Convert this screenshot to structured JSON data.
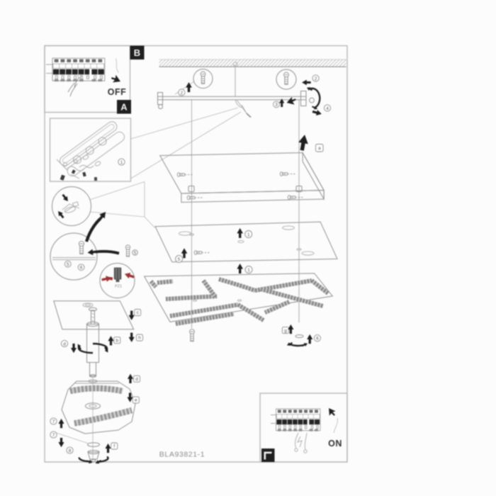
{
  "document": {
    "kind": "ceiling-lamp mounting instruction sheet",
    "code": "BLA93821-1",
    "background": "#fcfcfc",
    "frame_color": "#b3b3b3",
    "line_color": "#909090",
    "black": "#1f1f1f",
    "warning_red": "#9d3434"
  },
  "step_labels": {
    "main_step": "B",
    "power_off_step": "A"
  },
  "icons": {
    "finish_corner_icon": "corner-return",
    "cursor_icon": "mouse-pointer",
    "rotation_icon": "turn-arrows",
    "ceiling_icon": "hatched-ceiling"
  },
  "power_panels": {
    "off": {
      "state_label": "OFF"
    },
    "on": {
      "state_label": "ON"
    }
  },
  "detail": {
    "bit_label": "PZ1"
  },
  "callouts": {
    "parts": "1",
    "bar_left": "2",
    "bar_right": "2",
    "bar_mid": "3",
    "bar_far_right": "4",
    "detail_screw_a": "5",
    "detail_screw_b": "6",
    "detail_side_screw": "5",
    "plate_top": "1",
    "plate_left": "5",
    "plate_bottom": "1",
    "deco_right": "6",
    "shade_left_upper": "7",
    "shade_left_lower": "7",
    "shade_bottom": "8",
    "lift_plate": "a",
    "canopy_rotate": "d",
    "canopy_right_upper": "b",
    "canopy_right_lower": "c",
    "rod_bottom": "d",
    "shade_right_lower": "e",
    "shade_finial": "f",
    "deco_washer": "g",
    "margin_square": "h"
  }
}
